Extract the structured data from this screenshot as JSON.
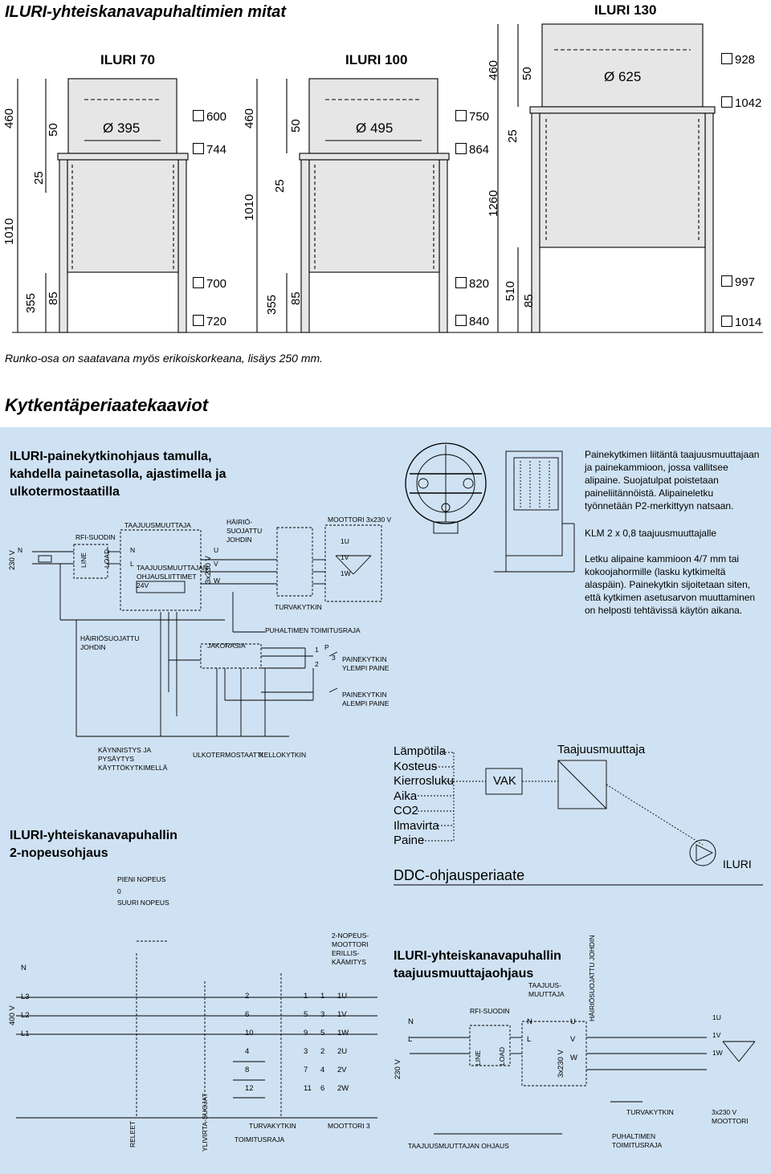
{
  "header": {
    "title": "ILURI-yhteiskanavapuhaltimien mitat",
    "model_right": "ILURI 130"
  },
  "models": {
    "iluri70": {
      "name": "ILURI 70",
      "diameter": "Ø 395",
      "sq_top1": "600",
      "sq_top2": "744",
      "sq_bot1": "700",
      "sq_bot2": "720",
      "dims": {
        "h_total": "1010",
        "h_top": "460",
        "d50": "50",
        "d25": "25",
        "d355": "355",
        "d85": "85"
      }
    },
    "iluri100": {
      "name": "ILURI 100",
      "diameter": "Ø 495",
      "sq_top1": "750",
      "sq_top2": "864",
      "sq_bot1": "820",
      "sq_bot2": "840",
      "dims": {
        "h_total": "1010",
        "h_top": "460",
        "d50": "50",
        "d25": "25",
        "d355": "355",
        "d85": "85"
      }
    },
    "iluri130": {
      "diameter": "Ø 625",
      "sq_top1": "928",
      "sq_top2": "1042",
      "sq_bot1": "997",
      "sq_bot2": "1014",
      "dims": {
        "h_total": "1260",
        "h_top": "460",
        "d50": "50",
        "d25": "25",
        "d510": "510",
        "d85": "85"
      }
    }
  },
  "note": "Runko-osa on saatavana myös erikoiskorkeana, lisäys 250 mm.",
  "section_title": "Kytkentäperiaatekaaviot",
  "diagram1": {
    "title": "ILURI-painekytkinohjaus tamulla, kahdella painetasolla, ajastimella ja ulkotermostaatilla",
    "labels": {
      "v230": "230 V",
      "n": "N",
      "l": "L",
      "rfi": "RFI-SUODIN",
      "line": "LINE",
      "load": "LOAD",
      "fc": "TAAJUUSMUUTTAJA",
      "fc_n": "N",
      "fc_l": "L",
      "fc_ctrl": "TAAJUUSMUUTTAJAN OHJAUSLIITTIMET 24V",
      "fc_out": "3x230 V",
      "u": "U",
      "v": "V",
      "w": "W",
      "shield": "HÄIRIÖ-SUOJATTU JOHDIN",
      "motor": "MOOTTORI 3x230 V",
      "m1u": "1U",
      "m1v": "1V",
      "m1w": "1W",
      "safety": "TURVAKYTKIN",
      "timer": "PUHALTIMEN TOIMITUSRAJA",
      "junction": "JAKORASIA",
      "shield2": "HÄIRIÖSUOJATTU JOHDIN",
      "ps_upper": "PAINEKYTKIN YLEMPI PAINE",
      "ps_lower": "PAINEKYTKIN ALEMPI PAINE",
      "start": "KÄYNNISTYS JA PYSÄYTYS KÄYTTÖKYTKIMELLÄ",
      "outstat": "ULKOTERMOSTAATTI",
      "clock": "KELLOKYTKIN",
      "p1": "1",
      "p2": "2",
      "p3": "3",
      "p": "P"
    }
  },
  "instructions": {
    "para1": "Painekytkimen liitäntä taajuusmuuttajaan ja painekammioon, jossa vallitsee alipaine. Suojatulpat poistetaan paineliitännöistä. Alipaineletku työnnetään P2-merkittyyn natsaan.",
    "para2": "KLM 2 x 0,8 taajuusmuuttajalle",
    "para3": "Letku alipaine kammioon 4/7 mm tai kokoojahormille (lasku kytkimeltä alaspäin). Painekytkin sijoitetaan siten, että kytkimen asetusarvon muuttaminen on helposti tehtävissä käytön aikana."
  },
  "ddc": {
    "inputs": [
      "Lämpötila",
      "Kosteus",
      "Kierrosluku",
      "Aika",
      "CO2",
      "Ilmavirta",
      "Paine"
    ],
    "vak": "VAK",
    "fc": "Taajuusmuuttaja",
    "iluri": "ILURI",
    "caption": "DDC-ohjausperiaate"
  },
  "diagram2": {
    "title": "ILURI-yhteiskanavapuhallin 2-nopeusohjaus",
    "labels": {
      "slow": "PIENI NOPEUS",
      "zero": "0",
      "fast": "SUURI NOPEUS",
      "n": "N",
      "l3": "L3",
      "l2": "L2",
      "l1": "L1",
      "v400": "400 V",
      "relays": "RELEET",
      "overload": "YLIVIRTA-SUOJAT",
      "safety": "TURVAKYTKIN",
      "timer": "TOIMITUSRAJA",
      "motor": "MOOTTORI 3",
      "motor2": "2-NOPEUS-MOOTTORI ERILLIS-KÄÄMITYS",
      "t": [
        "2",
        "6",
        "10",
        "4",
        "8",
        "12"
      ],
      "m": [
        "1",
        "5",
        "9",
        "3",
        "7",
        "11"
      ],
      "mm": [
        "1",
        "3",
        "5",
        "2",
        "4",
        "6"
      ],
      "mo": [
        "1U",
        "1V",
        "1W",
        "2U",
        "2V",
        "2W"
      ]
    }
  },
  "diagram3": {
    "title": "ILURI-yhteiskanavapuhallin taajuusmuuttajaohjaus",
    "labels": {
      "v230": "230 V",
      "n": "N",
      "l": "L",
      "rfi": "RFI-SUODIN",
      "line": "LINE",
      "load": "LOAD",
      "fc": "TAAJUUS-MUUTTAJA",
      "fc_n": "N",
      "fc_l": "L",
      "fc_out": "3x230 V",
      "u": "U",
      "v": "V",
      "w": "W",
      "shield": "HÄIRIÖSUOJATTU JOHDIN",
      "m1u": "1U",
      "m1v": "1V",
      "m1w": "1W",
      "safety": "TURVAKYTKIN",
      "motor": "3x230 V MOOTTORI",
      "timer": "PUHALTIMEN TOIMITUSRAJA",
      "fc_ctrl": "TAAJUUSMUUTTAJAN OHJAUS"
    }
  }
}
